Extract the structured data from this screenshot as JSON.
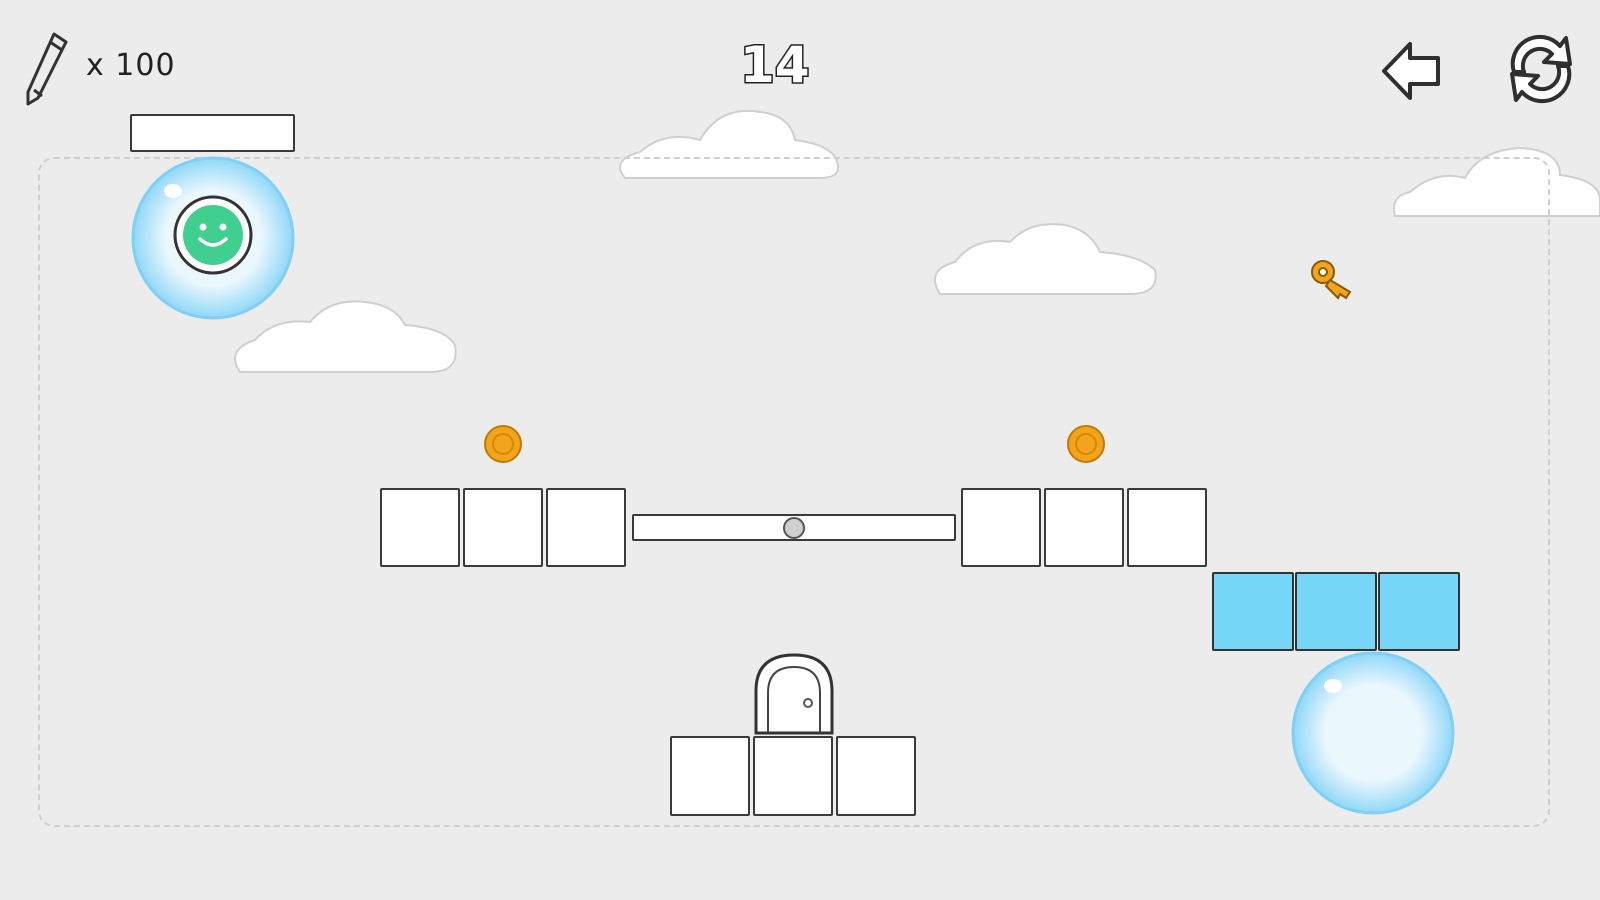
{
  "hud": {
    "pencil_icon": "pencil-icon",
    "pencil_count": "x  100",
    "level_number": "14",
    "back_icon": "back-arrow-icon",
    "restart_icon": "restart-icon"
  },
  "colors": {
    "background": "#ececec",
    "block_fill": "#ffffff",
    "blue_block_fill": "#75d6f7",
    "player_green": "#3fcf8e",
    "coin_gold": "#f2a51c",
    "key_gold": "#f2a51c",
    "bubble_blue": "#8fd8f8"
  },
  "scene": {
    "items": [
      "player-in-bubble",
      "key",
      "coin",
      "coin",
      "seesaw",
      "exit-door",
      "empty-bubble",
      "clouds"
    ]
  }
}
